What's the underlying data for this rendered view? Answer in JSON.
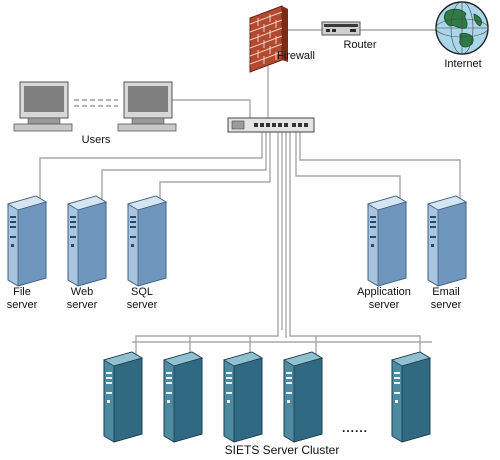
{
  "nodes": {
    "firewall": {
      "label": "Firewall",
      "icon": "firewall-icon"
    },
    "router": {
      "label": "Router",
      "icon": "router-icon"
    },
    "internet": {
      "label": "Internet",
      "icon": "globe-icon"
    },
    "users": {
      "label": "Users",
      "icon": "desktop-computer-icon"
    },
    "switch": {
      "icon": "network-switch-icon"
    },
    "servers": [
      {
        "line1": "File",
        "line2": "server"
      },
      {
        "line1": "Web",
        "line2": "server"
      },
      {
        "line1": "SQL",
        "line2": "server"
      },
      {
        "line1": "Application",
        "line2": "server"
      },
      {
        "line1": "Email",
        "line2": "server"
      }
    ],
    "cluster": {
      "label": "SIETS Server Cluster",
      "count_visible": 5,
      "ellipsis": "......"
    }
  },
  "colors": {
    "server_light": "#7fa5c9",
    "server_dark": "#2e6a80",
    "monitor_screen": "#7f7f7f",
    "firewall_brick": "#b24a2e",
    "globe_land": "#2f7a45",
    "globe_sea": "#9fd0e8",
    "link_line": "#a0a0a0"
  }
}
